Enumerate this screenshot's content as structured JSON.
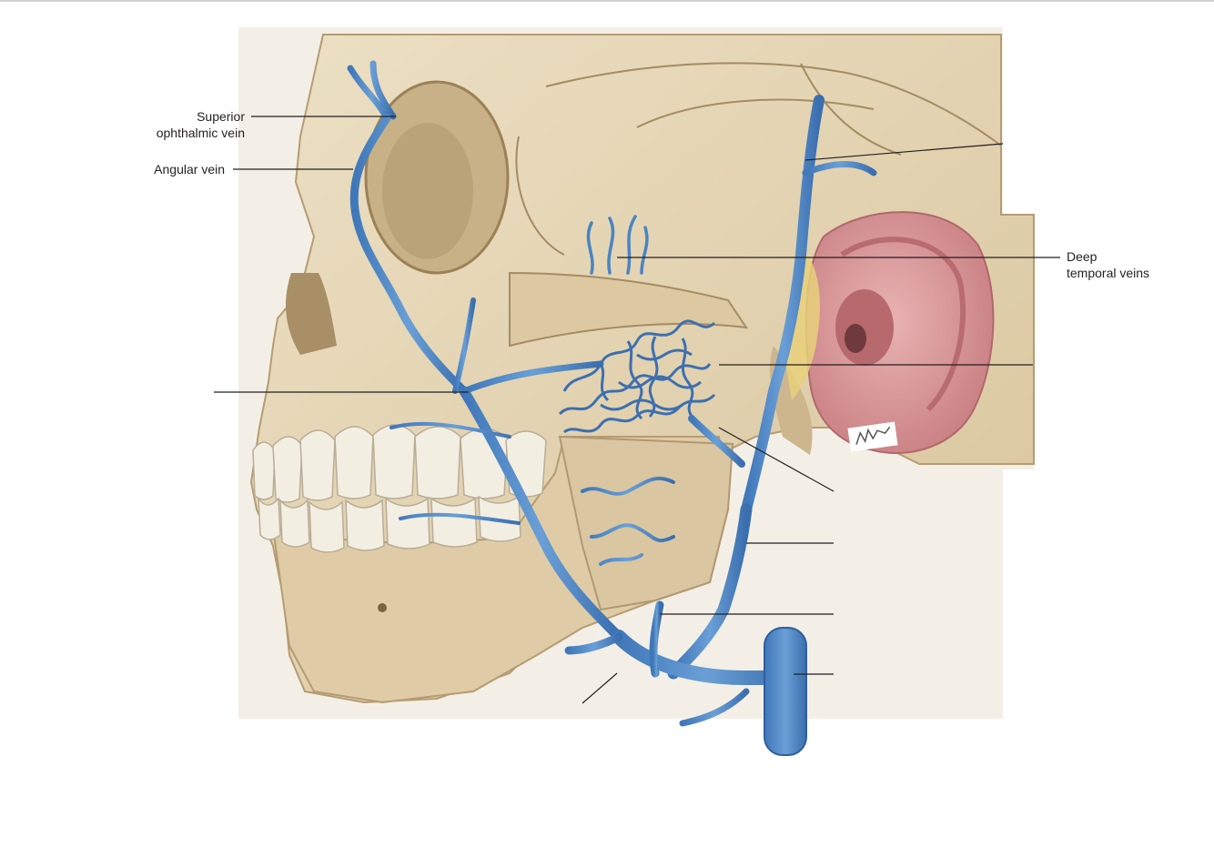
{
  "labels": {
    "superior_ophthalmic_vein": "Superior\nophthalmic vein",
    "angular_vein": "Angular vein",
    "deep_temporal_veins": "Deep\ntemporal veins"
  },
  "colors": {
    "bone": "#e3d3b0",
    "bone_shadow": "#c4ad83",
    "bone_dark": "#a48c63",
    "tooth": "#f1ece0",
    "vein": "#4a84c4",
    "vein_dark": "#2f5f9e",
    "ear": "#dc9a9c",
    "ear_dark": "#b86c70",
    "leader": "#231f20"
  },
  "icons": {
    "signature": "artist-signature-icon"
  }
}
